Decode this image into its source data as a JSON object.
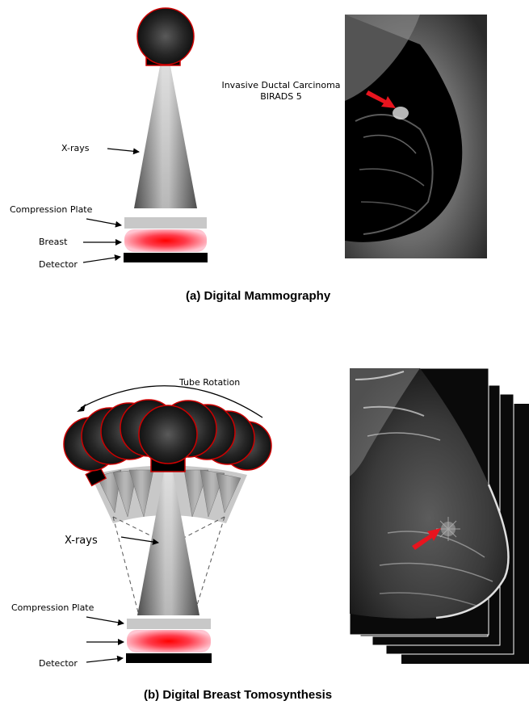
{
  "panel_a": {
    "caption": "(a)  Digital Mammography",
    "labels": {
      "xrays": "X-rays",
      "compression_plate": "Compression Plate",
      "breast": "Breast",
      "detector": "Detector"
    },
    "annotation_line1": "Invasive Ductal Carcinoma",
    "annotation_line2": "BIRADS 5"
  },
  "panel_b": {
    "caption": "(b)  Digital Breast Tomosynthesis",
    "labels": {
      "tube_rotation": "Tube Rotation",
      "xrays": "X-rays",
      "compression_plate": "Compression Plate",
      "detector": "Detector"
    }
  },
  "colors": {
    "tube_outline": "#cc0000",
    "arrow_red": "#e8141e",
    "breast_core": "#ff1a1a",
    "breast_edge": "#ffc0cc",
    "plate": "#c8c8c8",
    "detector": "#000000"
  }
}
